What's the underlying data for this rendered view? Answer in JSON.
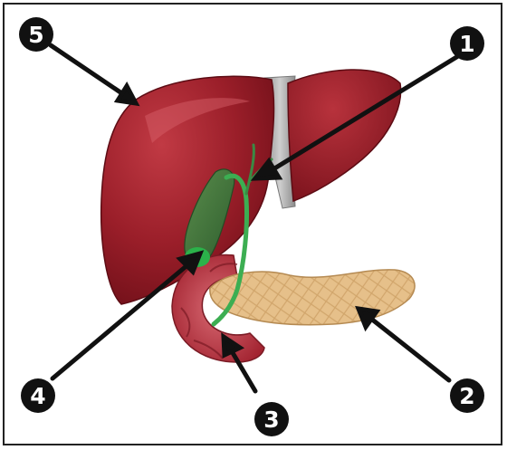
{
  "diagram": {
    "callouts": [
      {
        "number": "1",
        "label": ""
      },
      {
        "number": "2",
        "label": ""
      },
      {
        "number": "3",
        "label": ""
      },
      {
        "number": "4",
        "label": ""
      },
      {
        "number": "5",
        "label": ""
      }
    ]
  },
  "colors": {
    "liver": "#8e1722",
    "liver_highlight": "#b8323c",
    "gallbladder": "#3f7a3a",
    "bile_duct": "#3cae52",
    "pancreas": "#e3bd85",
    "duodenum": "#b9323d",
    "ligament": "#a8a8a8",
    "callout": "#111111",
    "frame": "#222222"
  }
}
